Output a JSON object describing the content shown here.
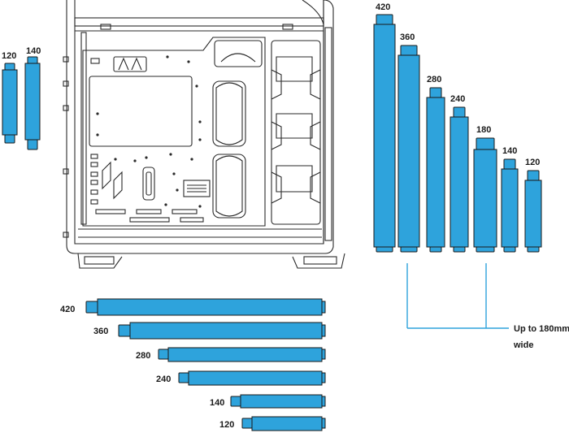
{
  "colors": {
    "radiator_fill": "#2ea3dc",
    "radiator_stroke": "#1a1a1a",
    "line_art": "#2a2a2a",
    "accent_line": "#2ea3dc"
  },
  "side_radiators": [
    {
      "size": "120"
    },
    {
      "size": "140"
    }
  ],
  "top_radiators": [
    {
      "size": "420"
    },
    {
      "size": "360"
    },
    {
      "size": "280"
    },
    {
      "size": "240"
    },
    {
      "size": "180"
    },
    {
      "size": "140"
    },
    {
      "size": "120"
    }
  ],
  "bottom_radiators": [
    {
      "size": "420"
    },
    {
      "size": "360"
    },
    {
      "size": "280"
    },
    {
      "size": "240"
    },
    {
      "size": "140"
    },
    {
      "size": "120"
    }
  ],
  "width_note": {
    "line1": "Up to 180mm",
    "line2": "wide"
  },
  "case_icon": "pc-case-side-panel-line-art"
}
